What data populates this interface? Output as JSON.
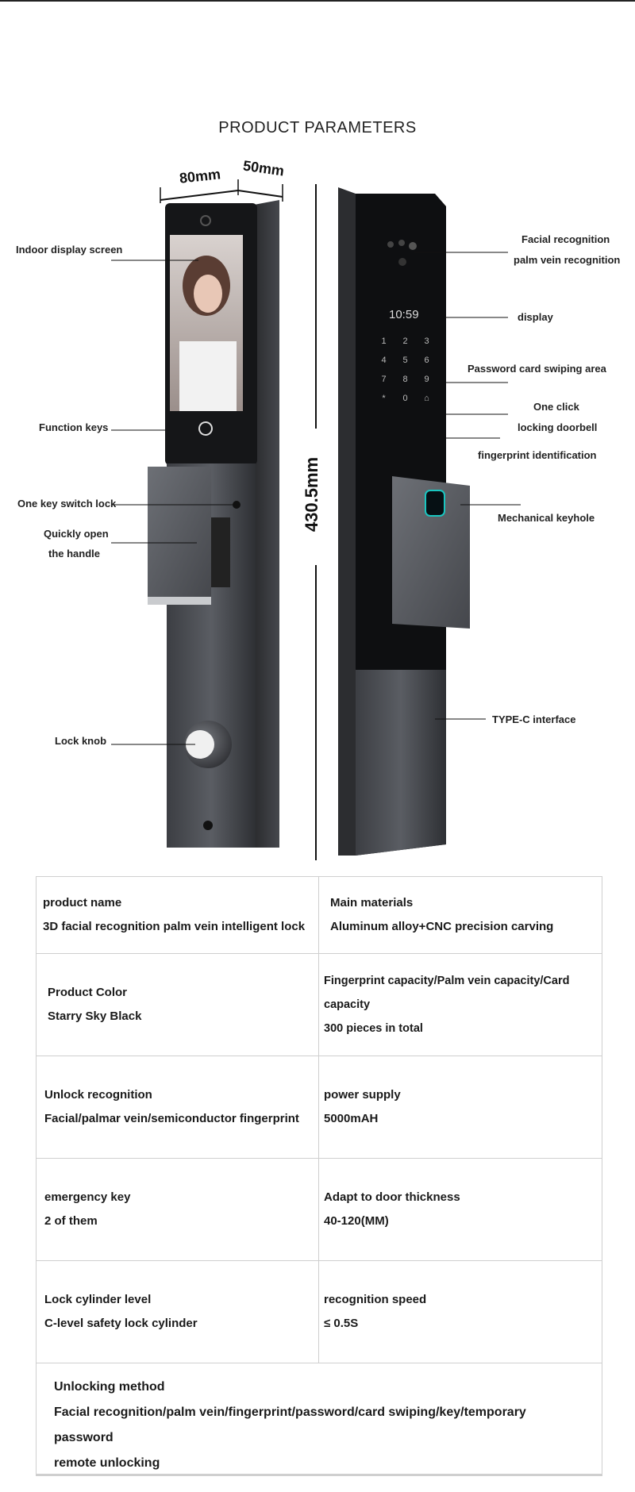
{
  "page": {
    "title": "PRODUCT PARAMETERS"
  },
  "dimensions": {
    "width": "80mm",
    "depth": "50mm",
    "height": "430.5mm"
  },
  "device": {
    "clock_time": "10:59",
    "keypad": [
      "1",
      "2",
      "3",
      "4",
      "5",
      "6",
      "7",
      "8",
      "9",
      "*",
      "0",
      "⌂"
    ]
  },
  "left_labels": {
    "indoor_display": "Indoor display screen",
    "function_keys": "Function keys",
    "switch_lock": "One key switch lock",
    "quick_open_1": "Quickly open",
    "quick_open_2": "the handle",
    "lock_knob": "Lock knob"
  },
  "right_labels": {
    "facial_1": "Facial recognition",
    "facial_2": "palm vein recognition",
    "display": "display",
    "password_area": "Password card swiping area",
    "doorbell_1": "One click",
    "doorbell_2": "locking doorbell",
    "fingerprint": "fingerprint identification",
    "keyhole": "Mechanical keyhole",
    "typec": "TYPE-C interface"
  },
  "specs": {
    "rows": [
      {
        "l_label": "product name",
        "l_value": "3D facial recognition palm vein intelligent lock",
        "r_label": "Main materials",
        "r_value": "Aluminum alloy+CNC precision carving"
      },
      {
        "l_label": "Product Color",
        "l_value": "Starry Sky Black",
        "r_label": "Fingerprint capacity/Palm vein capacity/Card capacity",
        "r_value": "300 pieces in total"
      },
      {
        "l_label": "Unlock recognition",
        "l_value": "Facial/palmar vein/semiconductor fingerprint",
        "r_label": "power supply",
        "r_value": "5000mAH"
      },
      {
        "l_label": "emergency key",
        "l_value": "2 of them",
        "r_label": "Adapt to door thickness",
        "r_value": "40-120(MM)"
      },
      {
        "l_label": "Lock cylinder level",
        "l_value": "C-level safety lock cylinder",
        "r_label": "recognition speed",
        "r_value": "≤ 0.5S"
      }
    ],
    "unlocking_label": "Unlocking method",
    "unlocking_value_1": "Facial recognition/palm vein/fingerprint/password/card swiping/key/temporary password",
    "unlocking_value_2": "remote unlocking"
  }
}
